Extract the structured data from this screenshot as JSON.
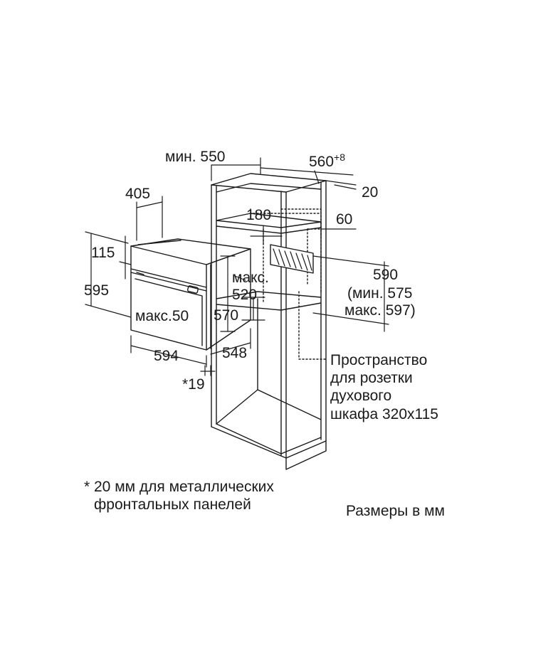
{
  "colors": {
    "line": "#1a1a1a",
    "background": "#ffffff"
  },
  "labels": {
    "min_550": "мин. 550",
    "w_560": "560",
    "w_560_sup": "+8",
    "d_20": "20",
    "d_180": "180",
    "d_60": "60",
    "d_405": "405",
    "h_115": "115",
    "h_595": "595",
    "max_label": "макс.",
    "max_520": "520",
    "max50": "макс.50",
    "d_570": "570",
    "h_590": "590",
    "min_575": "(мин. 575",
    "max_597": "макс. 597)",
    "w_594": "594",
    "d_548": "548",
    "star_19": "*19",
    "socket_line1": "Пространство",
    "socket_line2": "для розетки",
    "socket_line3": "духового",
    "socket_line4": "шкафа 320x115",
    "footnote_line1": "* 20 мм для металлических",
    "footnote_line2": "фронтальных панелей",
    "units": "Размеры в мм"
  }
}
